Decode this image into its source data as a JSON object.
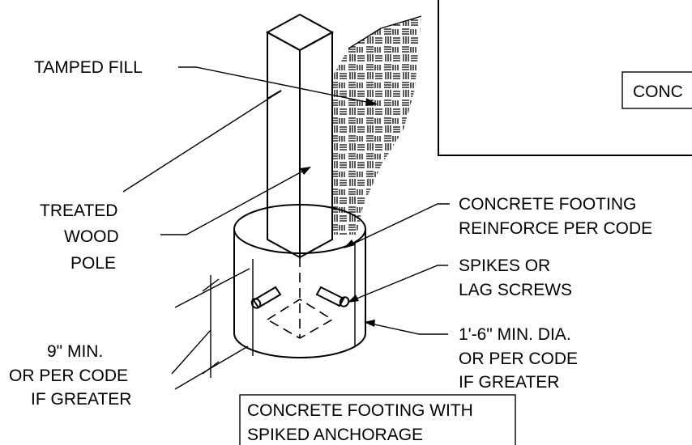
{
  "labels": {
    "tamped_fill": "TAMPED FILL",
    "treated_pole": [
      "TREATED",
      "WOOD",
      "POLE"
    ],
    "footing_note": [
      "CONCRETE FOOTING",
      "REINFORCE PER CODE"
    ],
    "spikes": [
      "SPIKES OR",
      "LAG SCREWS"
    ],
    "diameter": [
      "1'-6\" MIN. DIA.",
      "OR PER CODE",
      "IF GREATER"
    ],
    "depth": [
      "9\" MIN.",
      "OR PER CODE",
      "IF GREATER"
    ],
    "title": [
      "CONCRETE FOOTING WITH",
      "SPIKED ANCHORAGE"
    ],
    "inset_partial": "CONC"
  }
}
